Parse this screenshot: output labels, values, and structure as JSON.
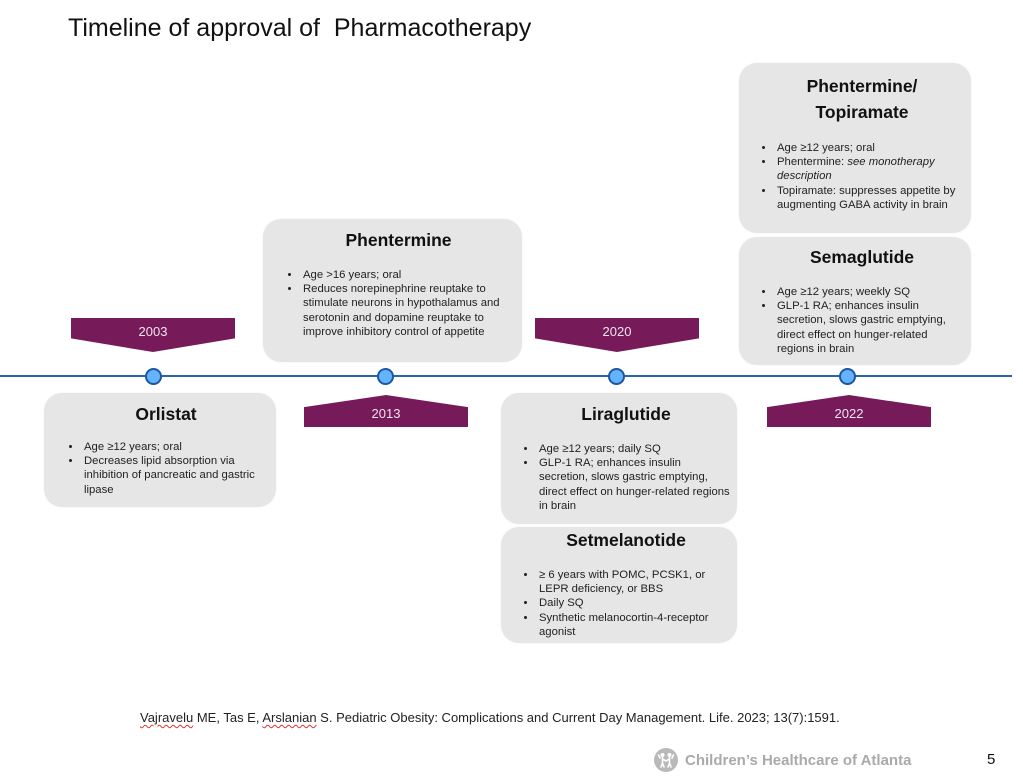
{
  "slide": {
    "title": "Timeline of approval of  Pharmacotherapy",
    "page_number": "5"
  },
  "colors": {
    "year_banner": "#761a5a",
    "year_text": "#f1e4ee",
    "timeline_line": "#2a64ac",
    "node_fill": "#63b3ff",
    "card_background": "#e6e6e6",
    "logo_gray": "#aaaaaa"
  },
  "timeline": {
    "years": [
      "2003",
      "2013",
      "2020",
      "2022"
    ],
    "cards": {
      "orlistat": {
        "year": "2003",
        "title": "Orlistat",
        "bullets": [
          "Age ≥12 years; oral",
          "Decreases lipid absorption via inhibition of pancreatic and gastric lipase"
        ]
      },
      "phentermine": {
        "year": "2013",
        "title": "Phentermine",
        "bullets": [
          "Age >16 years; oral",
          "Reduces norepinephrine reuptake to stimulate neurons in hypothalamus and serotonin and dopamine reuptake to improve inhibitory control of appetite"
        ]
      },
      "liraglutide": {
        "year": "2020",
        "title": "Liraglutide",
        "bullets": [
          "Age ≥12 years; daily SQ",
          "GLP-1 RA; enhances insulin secretion, slows gastric emptying, direct effect on hunger-related regions in brain"
        ]
      },
      "setmelanotide": {
        "year": "2020",
        "title": "Setmelanotide",
        "bullets": [
          "≥ 6 years with POMC, PCSK1, or LEPR deficiency, or BBS",
          "Daily SQ",
          "Synthetic melanocortin-4-receptor agonist"
        ]
      },
      "phentermine_topiramate": {
        "year": "2022",
        "title_line1": "Phentermine/",
        "title_line2": "Topiramate",
        "bullets": [
          "Age ≥12 years; oral",
          "Topiramate: suppresses appetite by augmenting GABA activity in brain"
        ],
        "phentermine_bullet_prefix": "Phentermine: ",
        "phentermine_bullet_italic": "see monotherapy description"
      },
      "semaglutide": {
        "year": "2022",
        "title": "Semaglutide",
        "bullets": [
          "Age ≥12 years; weekly SQ",
          "GLP-1 RA; enhances insulin secretion, slows gastric emptying, direct effect on hunger-related regions in brain"
        ]
      }
    }
  },
  "citation": {
    "author1": "Vajravelu",
    "part2": " ME, Tas E, ",
    "author3": "Arslanian",
    "rest": " S. Pediatric Obesity: Complications and Current Day Management. Life. 2023; 13(7):1591."
  },
  "footer": {
    "logo_icon": "children-figures-icon",
    "organization": "Children’s Healthcare of Atlanta"
  }
}
